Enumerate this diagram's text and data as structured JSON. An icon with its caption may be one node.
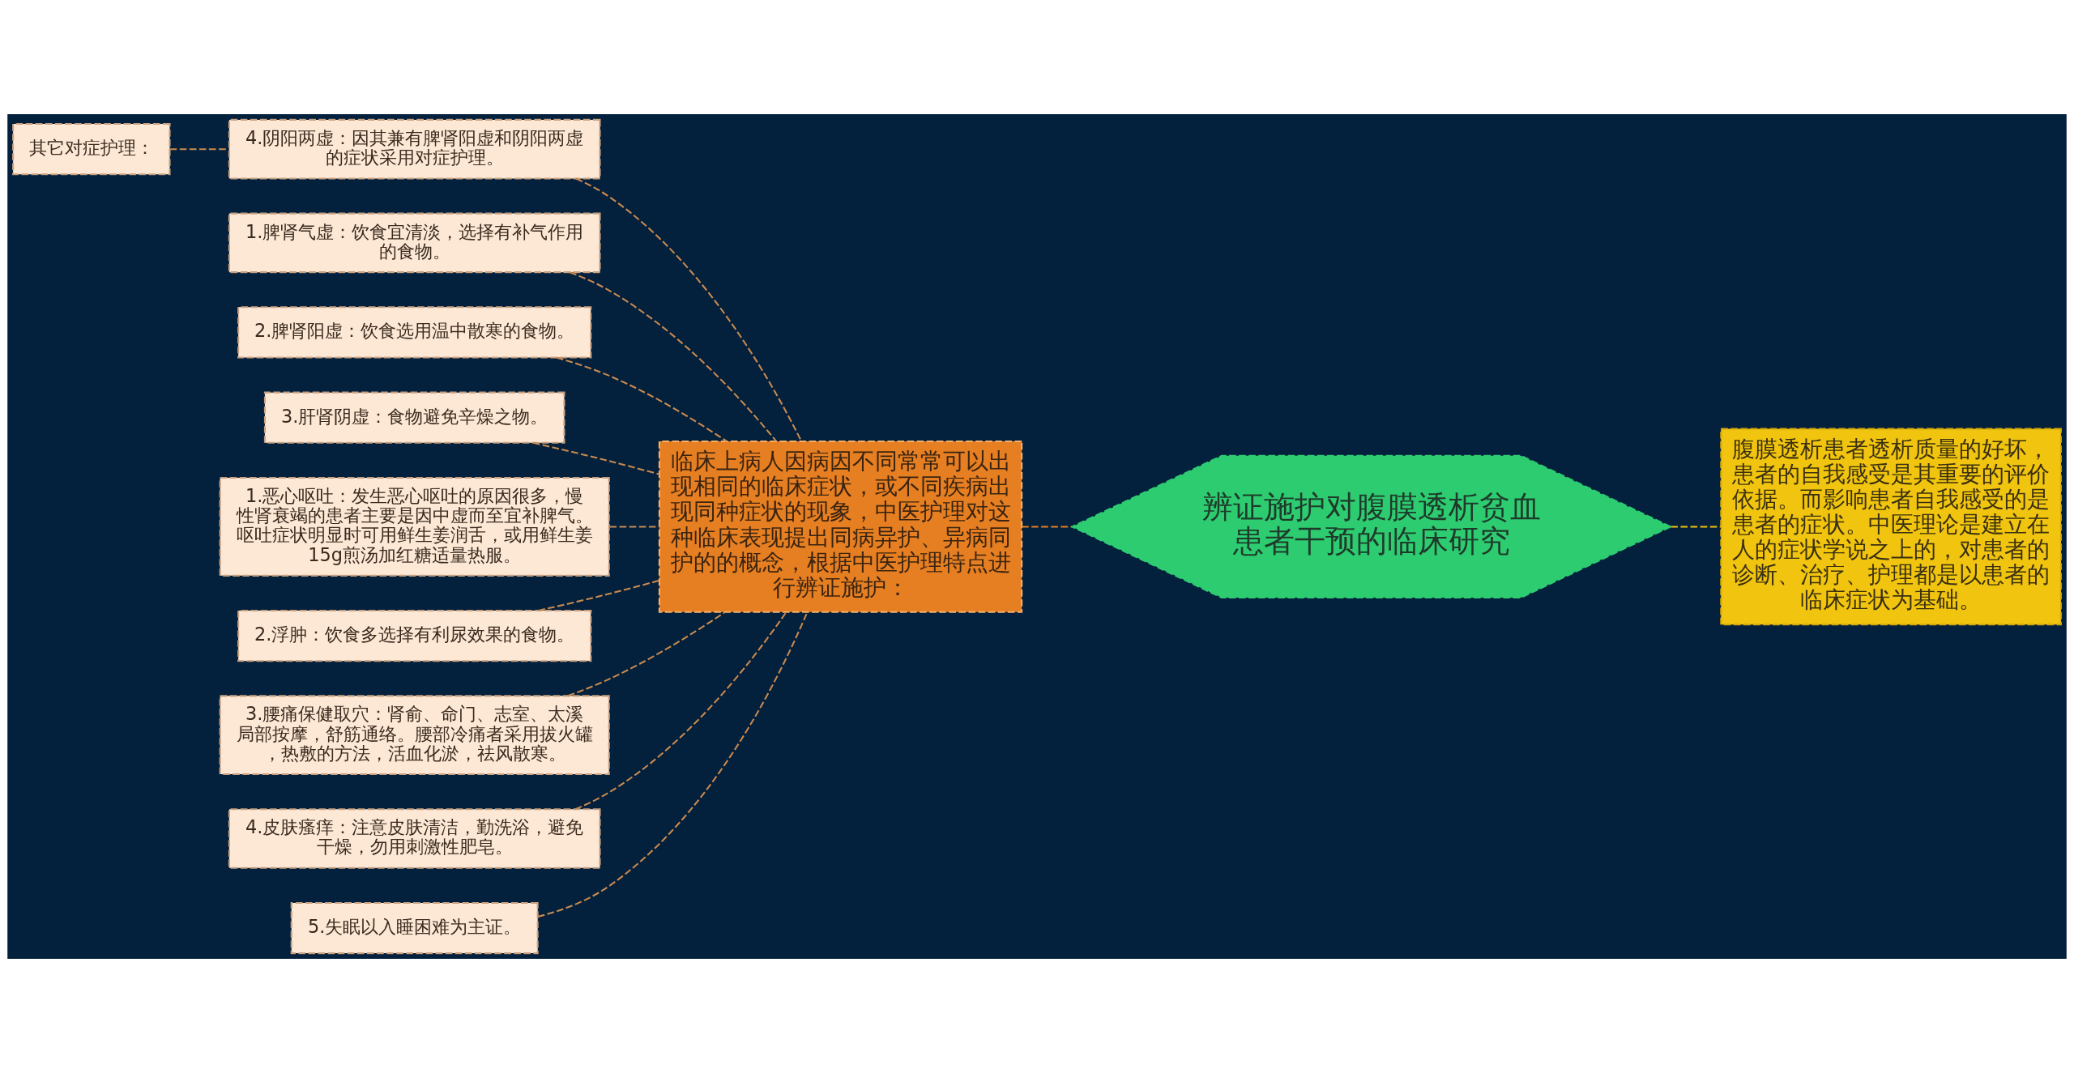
{
  "diagram": {
    "nodes": [
      {
        "text": [
          "其它对症护理："
        ]
      },
      {
        "text": [
          "1.脾肾气虚：饮食宜清淡，选择有补气作用的食物。"
        ]
      },
      {
        "text": [
          "2.脾肾阳虚：饮食选用温中散寒的食物。"
        ]
      },
      {
        "text": [
          "3.肝肾阴虚：食物避免辛燥之物。"
        ]
      },
      {
        "text": [
          "4.阴阳两虚：因其兼有脾肾阳虚和阴阳两虚的症状采用对症护理。"
        ]
      },
      {
        "text": [
          "1.恶心呕吐：发生恶心呕吐的原因很多，慢性肾衰竭的患者主要是因中虚而至宜补脾气。呕吐症状明显时可用鲜生姜润舌，或用鲜生姜15g煎汤加红糖适量热服。"
        ]
      },
      {
        "text": [
          "2.浮肿：饮食多选择有利尿效果的食物。"
        ]
      },
      {
        "text": [
          "3.腰痛保健取穴：肾俞、命门、志室、太溪局部按摩，舒筋通络。腰部冷痛者采用拔火罐，热敷的方法，活血化淤，祛风散寒。"
        ]
      },
      {
        "text": [
          "4.皮肤瘙痒：注意皮肤清洁，勤洗浴，避免干燥，勿用刺激性肥皂。"
        ]
      },
      {
        "text": [
          "5.失眠以入睡困难为主证。"
        ]
      },
      {
        "text": [
          "临床上病人因病因不同常常可以出现相同的临床症状，或不同疾病出现同种症状的现象，中医护理对这种临床表现提出同病异护、异病同护的的概念，根据中医护理特点进行辨证施护："
        ]
      },
      {
        "text": [
          "辨证施护对腹膜透析贫血患者干预的临床研究"
        ]
      },
      {
        "text": [
          "腹膜透析患者透析质量的好坏，患者的自我感受是其重要的评价依据。而影响患者自我感受的是患者的症状。中医理论是建立在人的症状学说之上的，对患者的诊断、治疗、护理都是以患者的临床症状为基础。"
        ]
      }
    ],
    "edges": [
      {
        "from": 0,
        "to": 4,
        "arrow": "none",
        "style": "dashed"
      },
      {
        "from": 1,
        "to": 10,
        "arrow": "none",
        "style": "dashed"
      },
      {
        "from": 2,
        "to": 10,
        "arrow": "none",
        "style": "dashed"
      },
      {
        "from": 3,
        "to": 10,
        "arrow": "none",
        "style": "dashed"
      },
      {
        "from": 4,
        "to": 10,
        "arrow": "none",
        "style": "dashed"
      },
      {
        "from": 5,
        "to": 10,
        "arrow": "none",
        "style": "dashed"
      },
      {
        "from": 6,
        "to": 10,
        "arrow": "none",
        "style": "dashed"
      },
      {
        "from": 7,
        "to": 10,
        "arrow": "none",
        "style": "dashed"
      },
      {
        "from": 8,
        "to": 10,
        "arrow": "none",
        "style": "dashed"
      },
      {
        "from": 9,
        "to": 10,
        "arrow": "none",
        "style": "dashed"
      },
      {
        "from": 10,
        "to": 11,
        "arrow": "none",
        "style": "dashed",
        "color": "#e67e22"
      },
      {
        "from": 11,
        "to": 12,
        "arrow": "none",
        "style": "dashed",
        "color": "#f1c40f"
      }
    ]
  }
}
